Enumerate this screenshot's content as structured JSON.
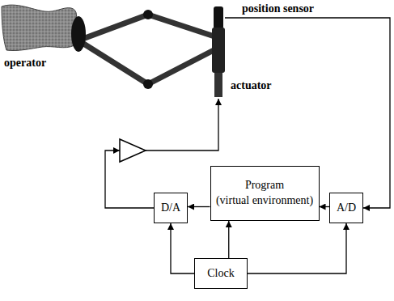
{
  "diagram": {
    "nodes": [
      {
        "text": [
          "D/A"
        ]
      },
      {
        "text": [
          "Program",
          "(virtual environment)"
        ]
      },
      {
        "text": [
          "A/D"
        ]
      },
      {
        "text": [
          "Clock"
        ]
      }
    ],
    "edges": [
      {
        "from": 3,
        "to": 0,
        "arrow": "to"
      },
      {
        "from": 3,
        "to": 1,
        "arrow": "to"
      },
      {
        "from": 3,
        "to": 2,
        "arrow": "to"
      },
      {
        "from": 2,
        "to": 1,
        "arrow": "to"
      },
      {
        "from": 1,
        "to": 0,
        "arrow": "to"
      }
    ],
    "labels": [
      "operator",
      "position sensor",
      "actuator"
    ]
  }
}
